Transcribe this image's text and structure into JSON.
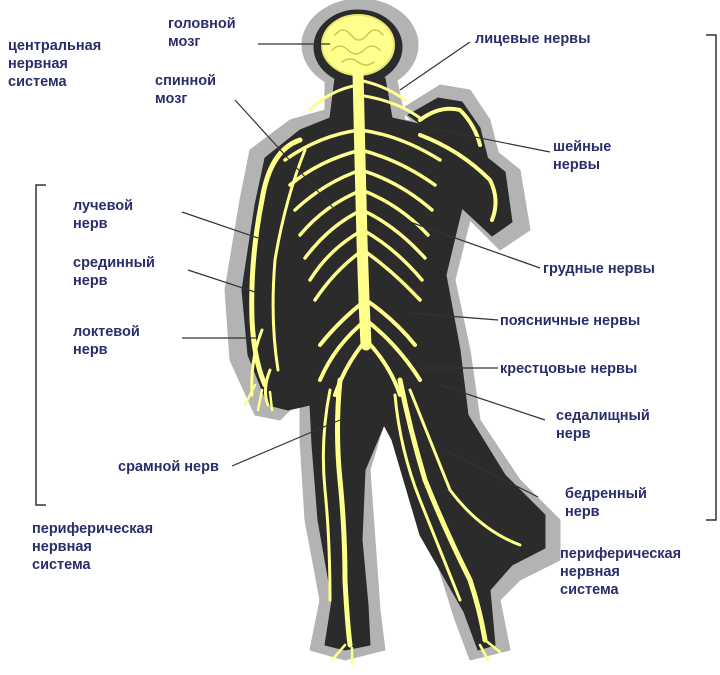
{
  "colors": {
    "nerve": "#ffff8c",
    "nerve_dark": "#e8e86a",
    "body_dark": "#2b2b2b",
    "halo": "#b3b3b3",
    "label_text": "#2a2d6b",
    "leader_line": "#333333",
    "bracket": "#333333"
  },
  "groups": {
    "central": "центральная\nнервная\nсистема",
    "peripheral_left": "периферическая\nнервная\nсистема",
    "peripheral_right": "периферическая\nнервная\nсистема"
  },
  "labels": {
    "brain": "головной\nмозг",
    "spinal_cord": "спинной\nмозг",
    "facial_nerves": "лицевые нервы",
    "cervical_nerves": "шейные\nнервы",
    "radial_nerve": "лучевой\nнерв",
    "median_nerve": "срединный\nнерв",
    "ulnar_nerve": "локтевой\nнерв",
    "thoracic_nerves": "грудные нервы",
    "lumbar_nerves": "поясничные нервы",
    "sacral_nerves": "крестцовые нервы",
    "sciatic_nerve": "седалищный\nнерв",
    "pudendal_nerve": "срамной нерв",
    "femoral_nerve": "бедренный\nнерв"
  }
}
